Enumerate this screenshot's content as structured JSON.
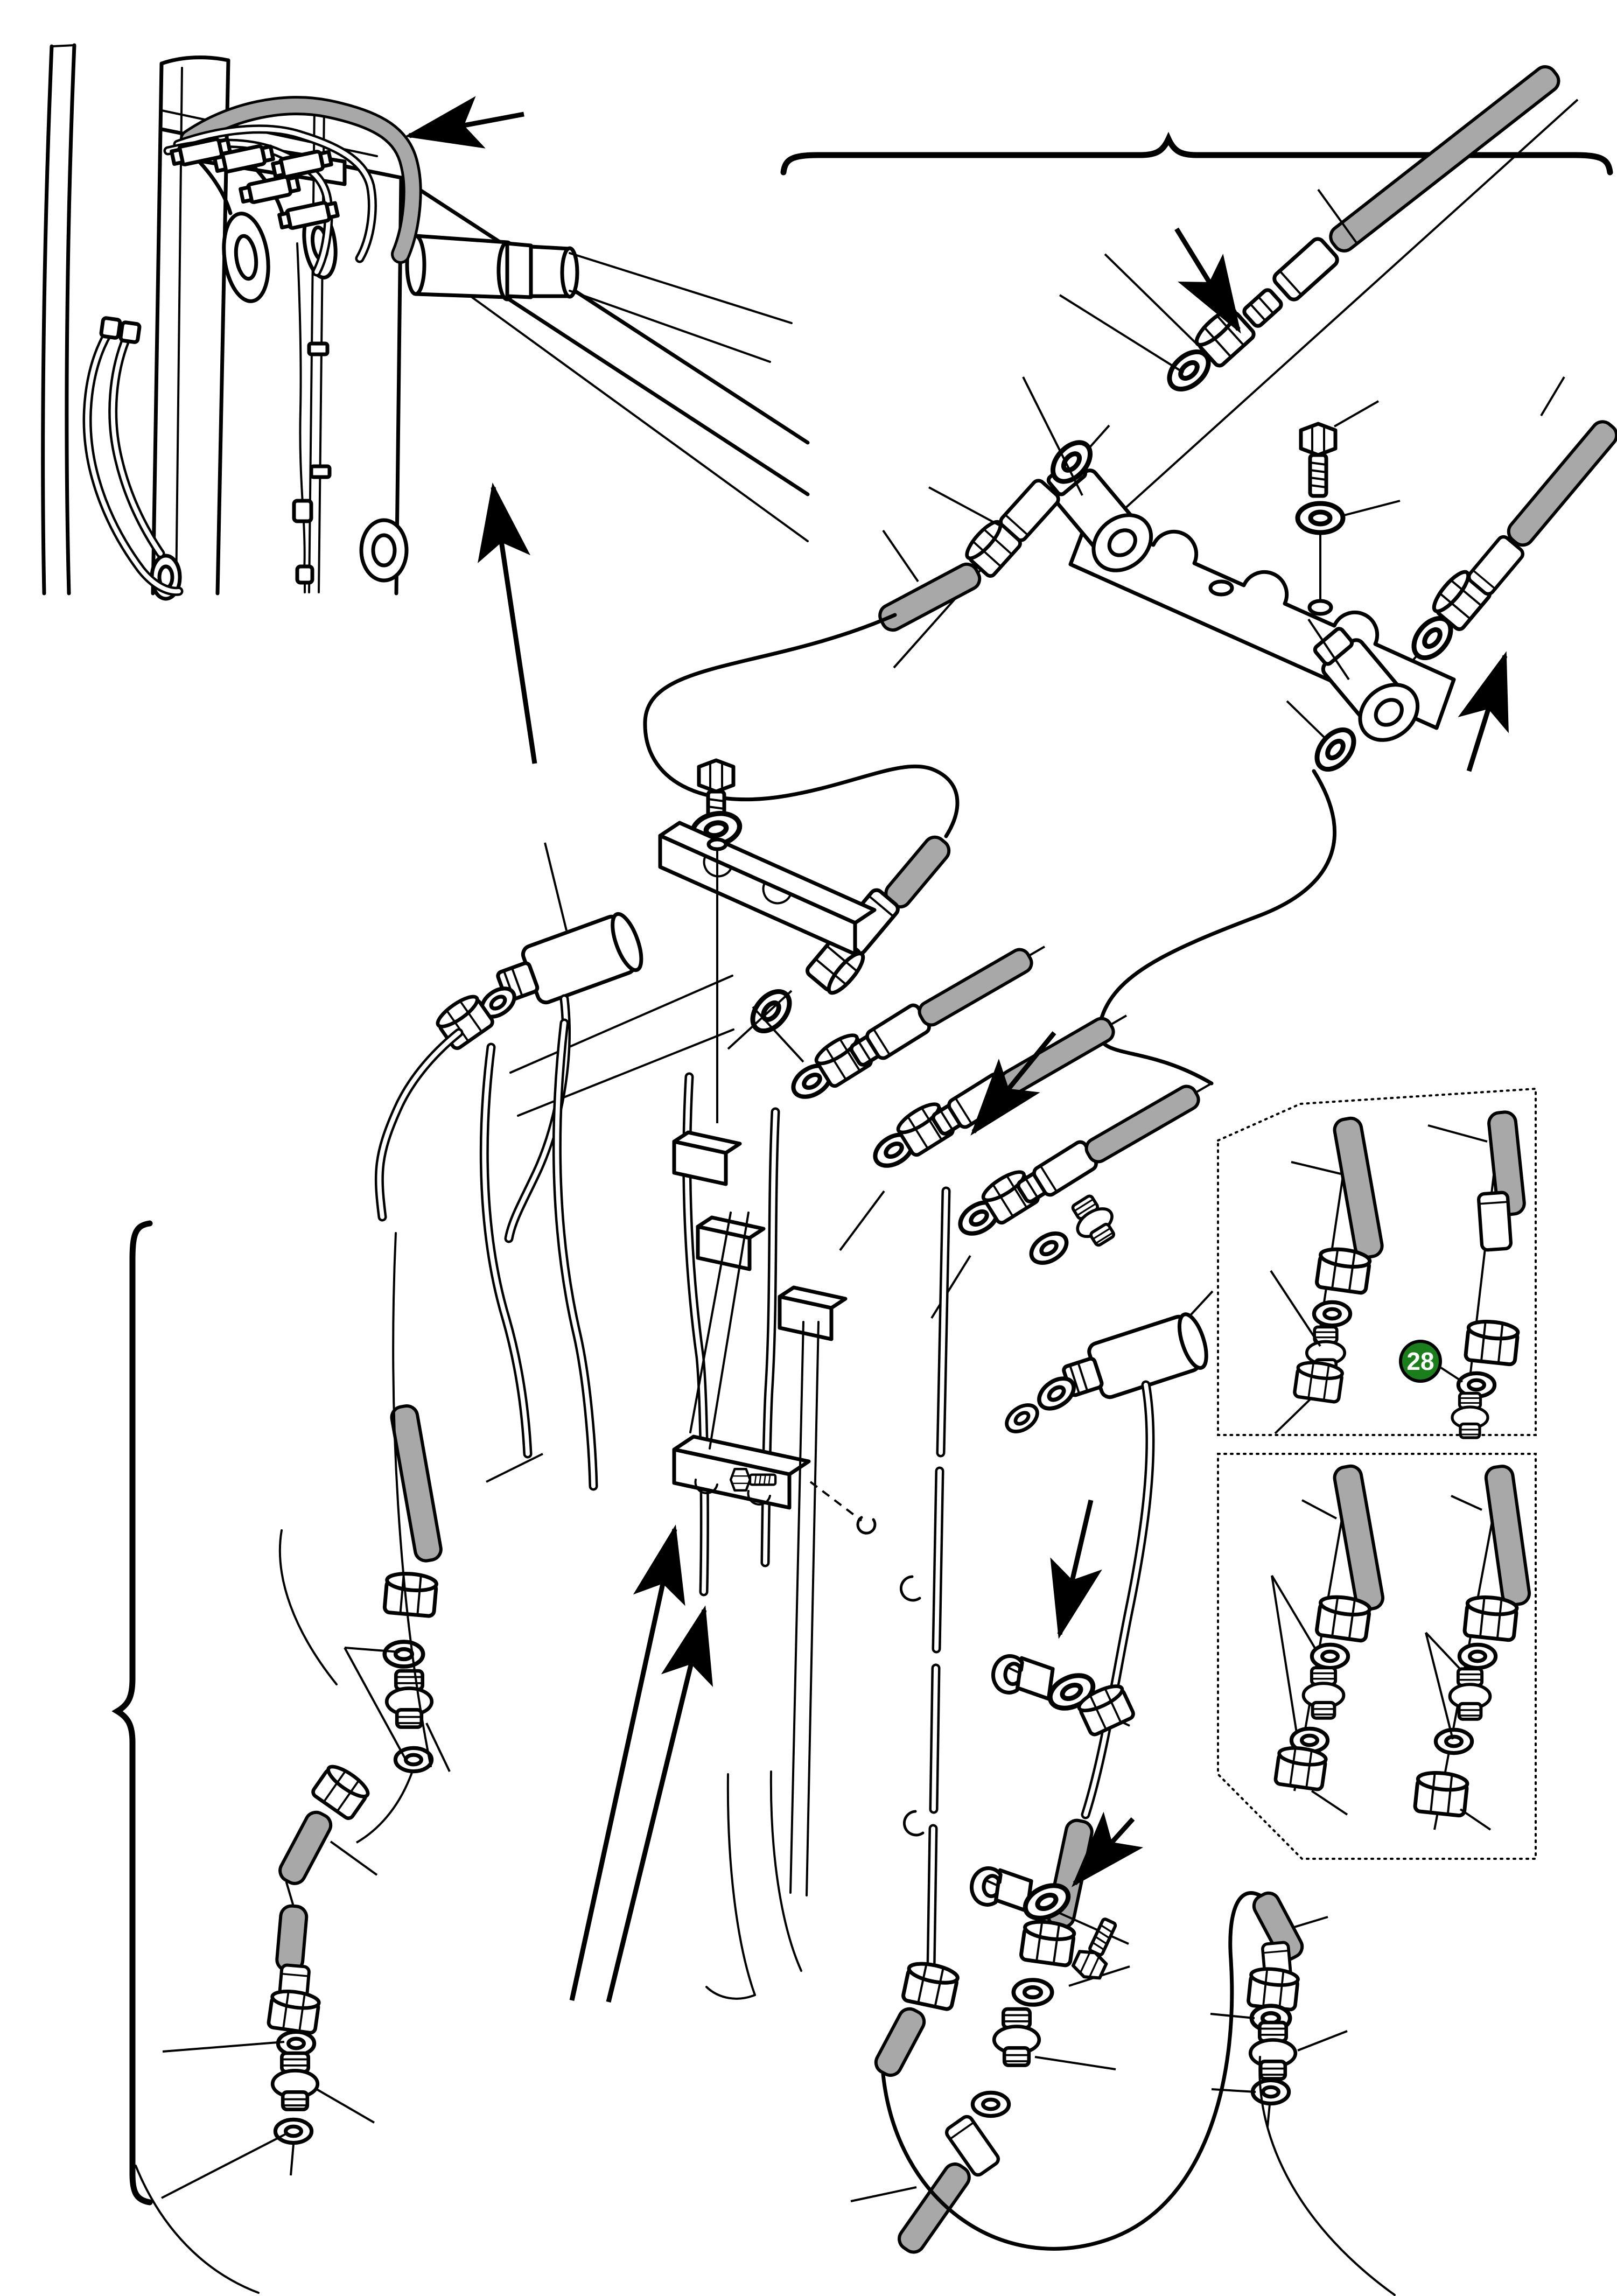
{
  "badge": {
    "label": "28",
    "fill": "#1a7f1a",
    "text_color": "#ffffff"
  },
  "colors": {
    "paper": "#ffffff",
    "line": "#000000",
    "hose": "#a8a8a8"
  },
  "annotations": {
    "braces": [
      {
        "name": "group-brace-top",
        "orientation": "horizontal",
        "points": "up"
      },
      {
        "name": "group-brace-left",
        "orientation": "vertical",
        "points": "left"
      }
    ],
    "arrows": [
      {
        "name": "arrow-machine-head",
        "direction": "left"
      },
      {
        "name": "arrow-machine-base",
        "direction": "up"
      },
      {
        "name": "arrow-manifold-in",
        "direction": "down-right"
      },
      {
        "name": "arrow-manifold-out",
        "direction": "up-right"
      },
      {
        "name": "arrow-coupling-row",
        "direction": "down-left"
      },
      {
        "name": "arrow-clamp-upper",
        "direction": "down-left"
      },
      {
        "name": "arrow-clamp-lower",
        "direction": "down-left"
      },
      {
        "name": "arrow-pipes-long-1",
        "direction": "up-right"
      },
      {
        "name": "arrow-pipes-long-2",
        "direction": "up-right"
      }
    ],
    "inset_panels": 2
  }
}
